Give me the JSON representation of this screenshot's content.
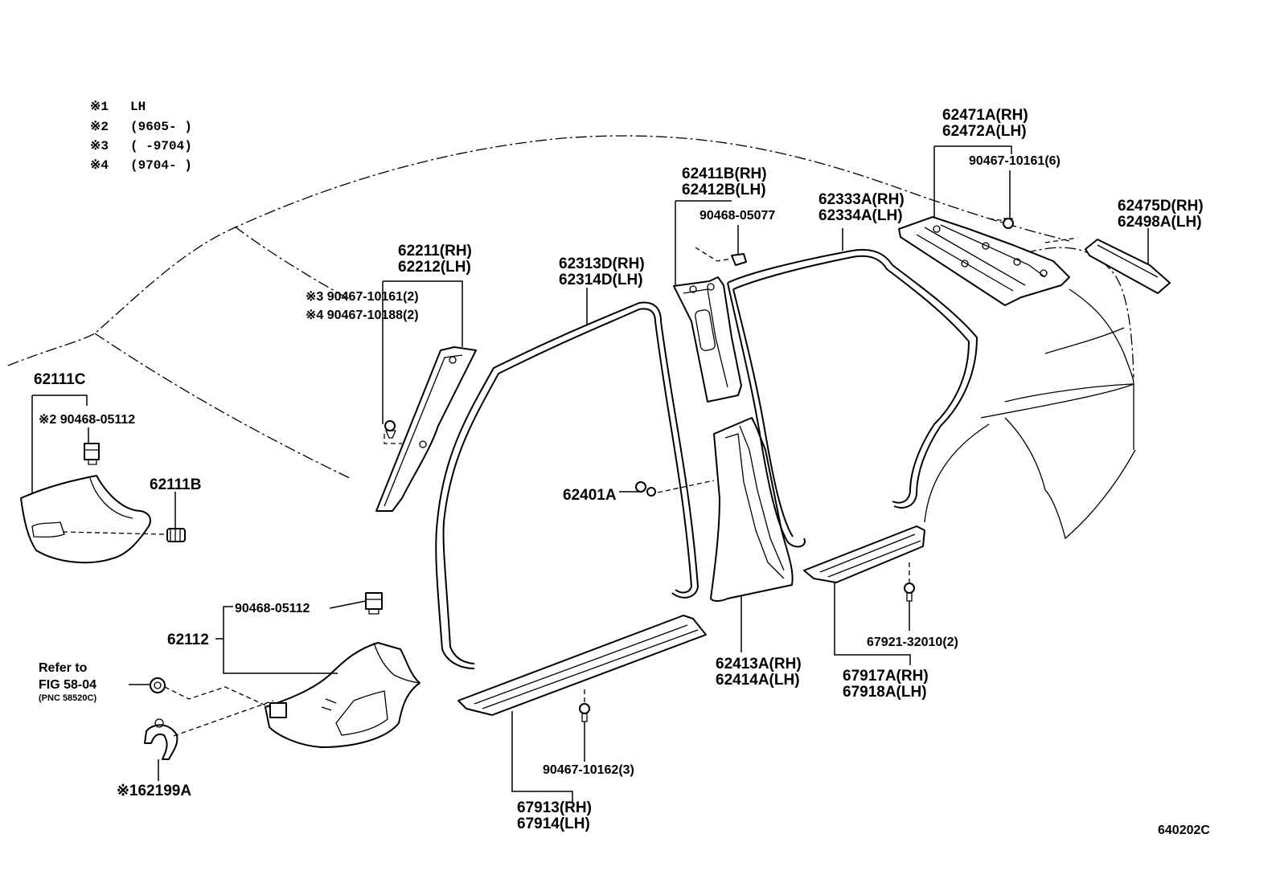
{
  "legend": [
    {
      "mark": "※1",
      "text": "LH"
    },
    {
      "mark": "※2",
      "text": "(9605-      )"
    },
    {
      "mark": "※3",
      "text": "(      -9704)"
    },
    {
      "mark": "※4",
      "text": "(9704-      )"
    }
  ],
  "labels": {
    "p62111C": "62111C",
    "p2_90468_05112": "※2 90468-05112",
    "p62111B": "62111B",
    "p90468_05112": "90468-05112",
    "p62112": "62112",
    "refer_line1": "Refer to",
    "refer_line2": "FIG  58-04",
    "refer_line3": "(PNC  58520C)",
    "p62199A": "※162199A",
    "p62211": "62211(RH)",
    "p62212": "62212(LH)",
    "p3_90467_10161": "※3  90467-10161(2)",
    "p4_90467_10188": "※4  90467-10188(2)",
    "p62313D": "62313D(RH)",
    "p62314D": "62314D(LH)",
    "p62401A": "62401A",
    "p90467_10162": "90467-10162(3)",
    "p67913": "67913(RH)",
    "p67914": "67914(LH)",
    "p62411B": "62411B(RH)",
    "p62412B": "62412B(LH)",
    "p90468_05077": "90468-05077",
    "p62413A": "62413A(RH)",
    "p62414A": "62414A(LH)",
    "p62333A": "62333A(RH)",
    "p62334A": "62334A(LH)",
    "p62471A": "62471A(RH)",
    "p62472A": "62472A(LH)",
    "p90467_10161_6": "90467-10161(6)",
    "p62475D": "62475D(RH)",
    "p62498A": "62498A(LH)",
    "p67921": "67921-32010(2)",
    "p67917A": "67917A(RH)",
    "p67918A": "67918A(LH)",
    "fig_code": "640202C"
  }
}
